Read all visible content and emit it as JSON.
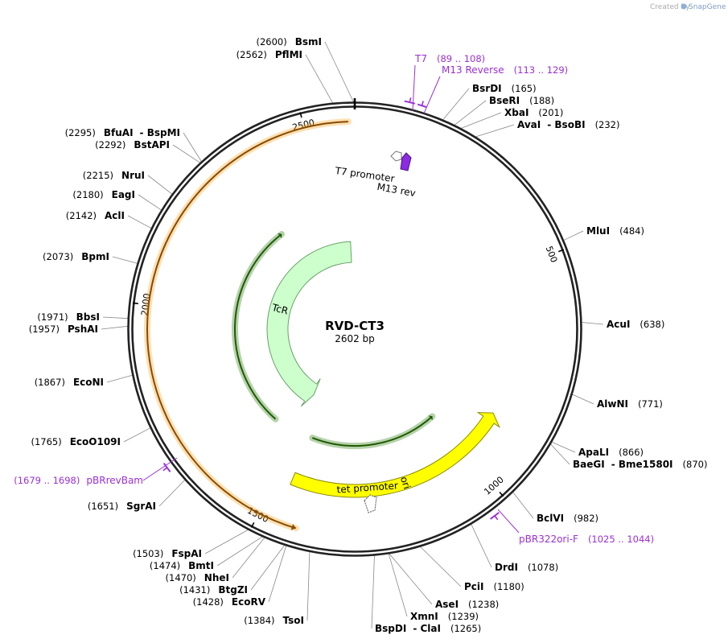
{
  "watermark": {
    "prefix": "Created by",
    "brand": "SnapGene"
  },
  "plasmid": {
    "name": "RVD-CT3",
    "length": "2602 bp",
    "total_bp": 2602
  },
  "ticks": [
    {
      "bp": 500,
      "label": "500"
    },
    {
      "bp": 1000,
      "label": "1000"
    },
    {
      "bp": 1500,
      "label": "1500"
    },
    {
      "bp": 2000,
      "label": "2000"
    },
    {
      "bp": 2500,
      "label": "2500"
    }
  ],
  "features": [
    {
      "name": "ori",
      "type": "rep_origin",
      "start": 876,
      "end": 1464,
      "color": "#ffff00",
      "strand": -1
    },
    {
      "name": "TcR",
      "type": "CDS",
      "start": 1532,
      "end": 2582,
      "color": "#ccffcc",
      "strand": -1
    },
    {
      "name": "T7 promoter",
      "type": "promoter",
      "start": 89,
      "end": 107,
      "color": "#ffffff",
      "strand": -1
    },
    {
      "name": "M13 rev",
      "type": "primer_bind",
      "start": 113,
      "end": 129,
      "color": "#8b2be2",
      "strand": -1
    },
    {
      "name": "tet promoter",
      "type": "promoter",
      "start": 1464,
      "end": 1492,
      "color": "#ffffff",
      "strand": 1
    }
  ],
  "orfs": [
    {
      "start": 1420,
      "end": 2589,
      "color": "#f5a623",
      "strand": -1
    },
    {
      "start": 1600,
      "end": 2330,
      "color": "#2e7d10",
      "strand": 1
    },
    {
      "start": 1000,
      "end": 1455,
      "color": "#2e7d10",
      "strand": -1
    }
  ],
  "primers": [
    {
      "name": "T7",
      "range": "(89 .. 108)",
      "start": 89,
      "end": 108
    },
    {
      "name": "M13 Reverse",
      "range": "(113 .. 129)",
      "start": 113,
      "end": 129
    },
    {
      "name": "pBR322ori-F",
      "range": "(1025 .. 1044)",
      "start": 1025,
      "end": 1044
    },
    {
      "name": "pBRrevBam",
      "range": "(1679 .. 1698)",
      "start": 1679,
      "end": 1698
    }
  ],
  "sites": [
    {
      "pos": 2600,
      "label_pos": "(2600)",
      "name": "BsmI"
    },
    {
      "pos": 2562,
      "label_pos": "(2562)",
      "name": "PflMI"
    },
    {
      "pos": 165,
      "label_pos": "(165)",
      "name": "BsrDI"
    },
    {
      "pos": 188,
      "label_pos": "(188)",
      "name": "BseRI"
    },
    {
      "pos": 201,
      "label_pos": "(201)",
      "name": "XbaI"
    },
    {
      "pos": 232,
      "label_pos": "(232)",
      "name": "AvaI",
      "name2": "BsoBI"
    },
    {
      "pos": 484,
      "label_pos": "(484)",
      "name": "MluI"
    },
    {
      "pos": 638,
      "label_pos": "(638)",
      "name": "AcuI"
    },
    {
      "pos": 771,
      "label_pos": "(771)",
      "name": "AlwNI"
    },
    {
      "pos": 866,
      "label_pos": "(866)",
      "name": "ApaLI"
    },
    {
      "pos": 870,
      "label_pos": "(870)",
      "name": "BaeGI",
      "name2": "Bme1580I"
    },
    {
      "pos": 982,
      "label_pos": "(982)",
      "name": "BclVI"
    },
    {
      "pos": 1078,
      "label_pos": "(1078)",
      "name": "DrdI"
    },
    {
      "pos": 1180,
      "label_pos": "(1180)",
      "name": "PciI"
    },
    {
      "pos": 1238,
      "label_pos": "(1238)",
      "name": "AseI"
    },
    {
      "pos": 1239,
      "label_pos": "(1239)",
      "name": "XmnI"
    },
    {
      "pos": 1265,
      "label_pos": "(1265)",
      "name": "BspDI",
      "name2": "ClaI"
    },
    {
      "pos": 1384,
      "label_pos": "(1384)",
      "name": "TsoI"
    },
    {
      "pos": 1428,
      "label_pos": "(1428)",
      "name": "EcoRV"
    },
    {
      "pos": 1431,
      "label_pos": "(1431)",
      "name": "BtgZI"
    },
    {
      "pos": 1470,
      "label_pos": "(1470)",
      "name": "NheI"
    },
    {
      "pos": 1474,
      "label_pos": "(1474)",
      "name": "BmtI"
    },
    {
      "pos": 1503,
      "label_pos": "(1503)",
      "name": "FspAI"
    },
    {
      "pos": 1651,
      "label_pos": "(1651)",
      "name": "SgrAI"
    },
    {
      "pos": 1765,
      "label_pos": "(1765)",
      "name": "EcoO109I"
    },
    {
      "pos": 1867,
      "label_pos": "(1867)",
      "name": "EcoNI"
    },
    {
      "pos": 1957,
      "label_pos": "(1957)",
      "name": "PshAI"
    },
    {
      "pos": 1971,
      "label_pos": "(1971)",
      "name": "BbsI"
    },
    {
      "pos": 2073,
      "label_pos": "(2073)",
      "name": "BpmI"
    },
    {
      "pos": 2142,
      "label_pos": "(2142)",
      "name": "AclI"
    },
    {
      "pos": 2180,
      "label_pos": "(2180)",
      "name": "EagI"
    },
    {
      "pos": 2215,
      "label_pos": "(2215)",
      "name": "NruI"
    },
    {
      "pos": 2292,
      "label_pos": "(2292)",
      "name": "BstAPI"
    },
    {
      "pos": 2295,
      "label_pos": "(2295)",
      "name": "BfuAI",
      "name2": "BspMI"
    }
  ]
}
